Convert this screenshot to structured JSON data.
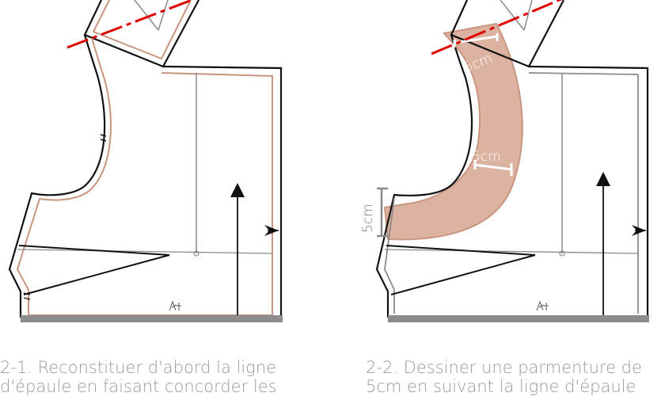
{
  "left_panel": {
    "caption_line1": "2-1. Reconstituer d'abord la ligne",
    "caption_line2": "d'épaule en faisant concorder les"
  },
  "right_panel": {
    "caption_line1": "2-2. Dessiner une parmenture de",
    "caption_line2": "5cm en suivant la ligne d'épaule",
    "measure_shoulder": "5cm",
    "measure_middle": "5cm",
    "measure_bottom": "5cm"
  },
  "colors": {
    "outline": "#111111",
    "seam_allowance": "#c9957f",
    "facing_fill": "#dcb3a0",
    "guide_gray": "#8a8a8a",
    "cut_line": "#e00000",
    "hem_bar": "#8c8c8c"
  }
}
